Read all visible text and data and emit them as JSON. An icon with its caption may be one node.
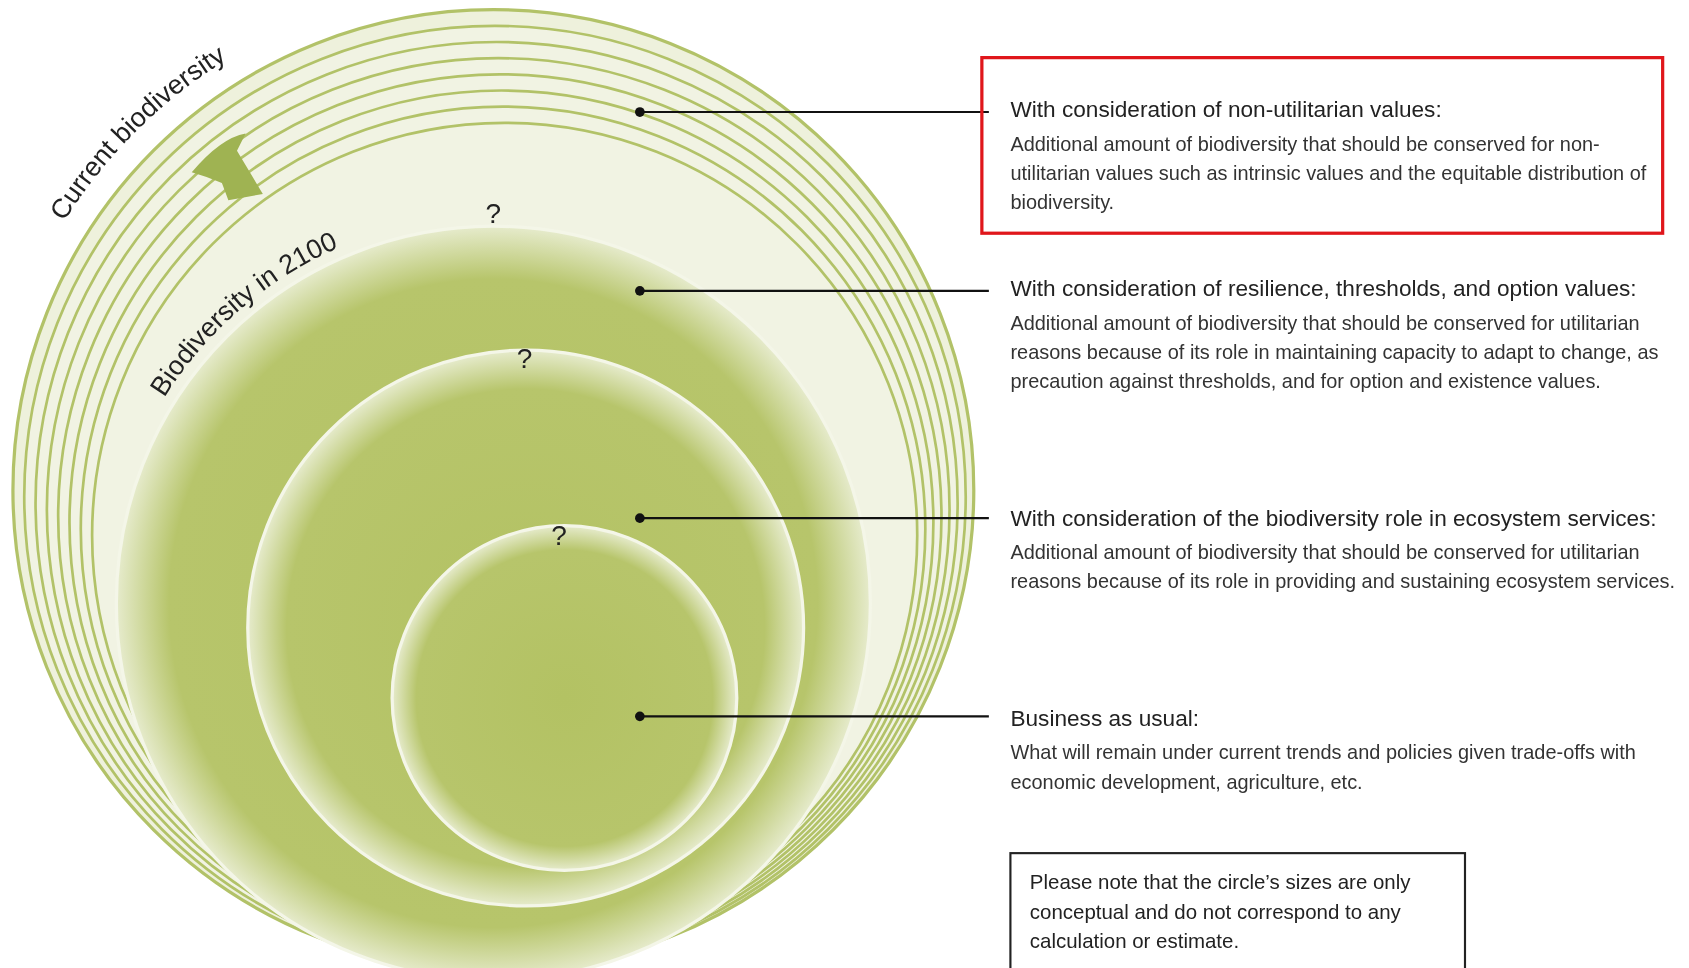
{
  "diagram": {
    "nodes": [
      {
        "text": [
          "With consideration of non-utilitarian values:",
          "Additional amount of biodiversity that should be conserved for non-utilitarian values such as intrinsic values and the equitable distribution of biodiversity."
        ]
      },
      {
        "text": [
          "With consideration of resilience, thresholds, and option values:",
          "Additional amount of biodiversity that should be conserved for utilitarian reasons because of its role in maintaining capacity to adapt to change, as precaution against thresholds, and for option and existence values."
        ]
      },
      {
        "text": [
          "With consideration of the biodiversity role in ecosystem services:",
          "Additional amount of biodiversity that should be conserved for utilitarian reasons because of its role in providing and sustaining ecosystem services."
        ]
      },
      {
        "text": [
          "Business as usual:",
          "What will remain under current trends and policies given trade-offs with economic development, agriculture, etc."
        ]
      },
      {
        "text": [],
        "shape": "circle"
      },
      {
        "text": [],
        "shape": "circle",
        "in": 4
      },
      {
        "text": [],
        "shape": "circle",
        "in": 5
      },
      {
        "text": [],
        "shape": "circle",
        "in": 6
      },
      {
        "text": [
          "Please note that the circle’s sizes are only conceptual and do not correspond to any calculation or estimate."
        ]
      }
    ],
    "edges": [
      {
        "from": 0,
        "to": 4,
        "arrow": "other"
      },
      {
        "from": 1,
        "to": 5,
        "arrow": "other"
      },
      {
        "from": 2,
        "to": 6,
        "arrow": "other"
      },
      {
        "from": 3,
        "to": 7,
        "arrow": "other"
      }
    ],
    "labels": [
      "Current biodiversity",
      "Biodiversity in 2100",
      "?",
      "?",
      "?"
    ]
  }
}
